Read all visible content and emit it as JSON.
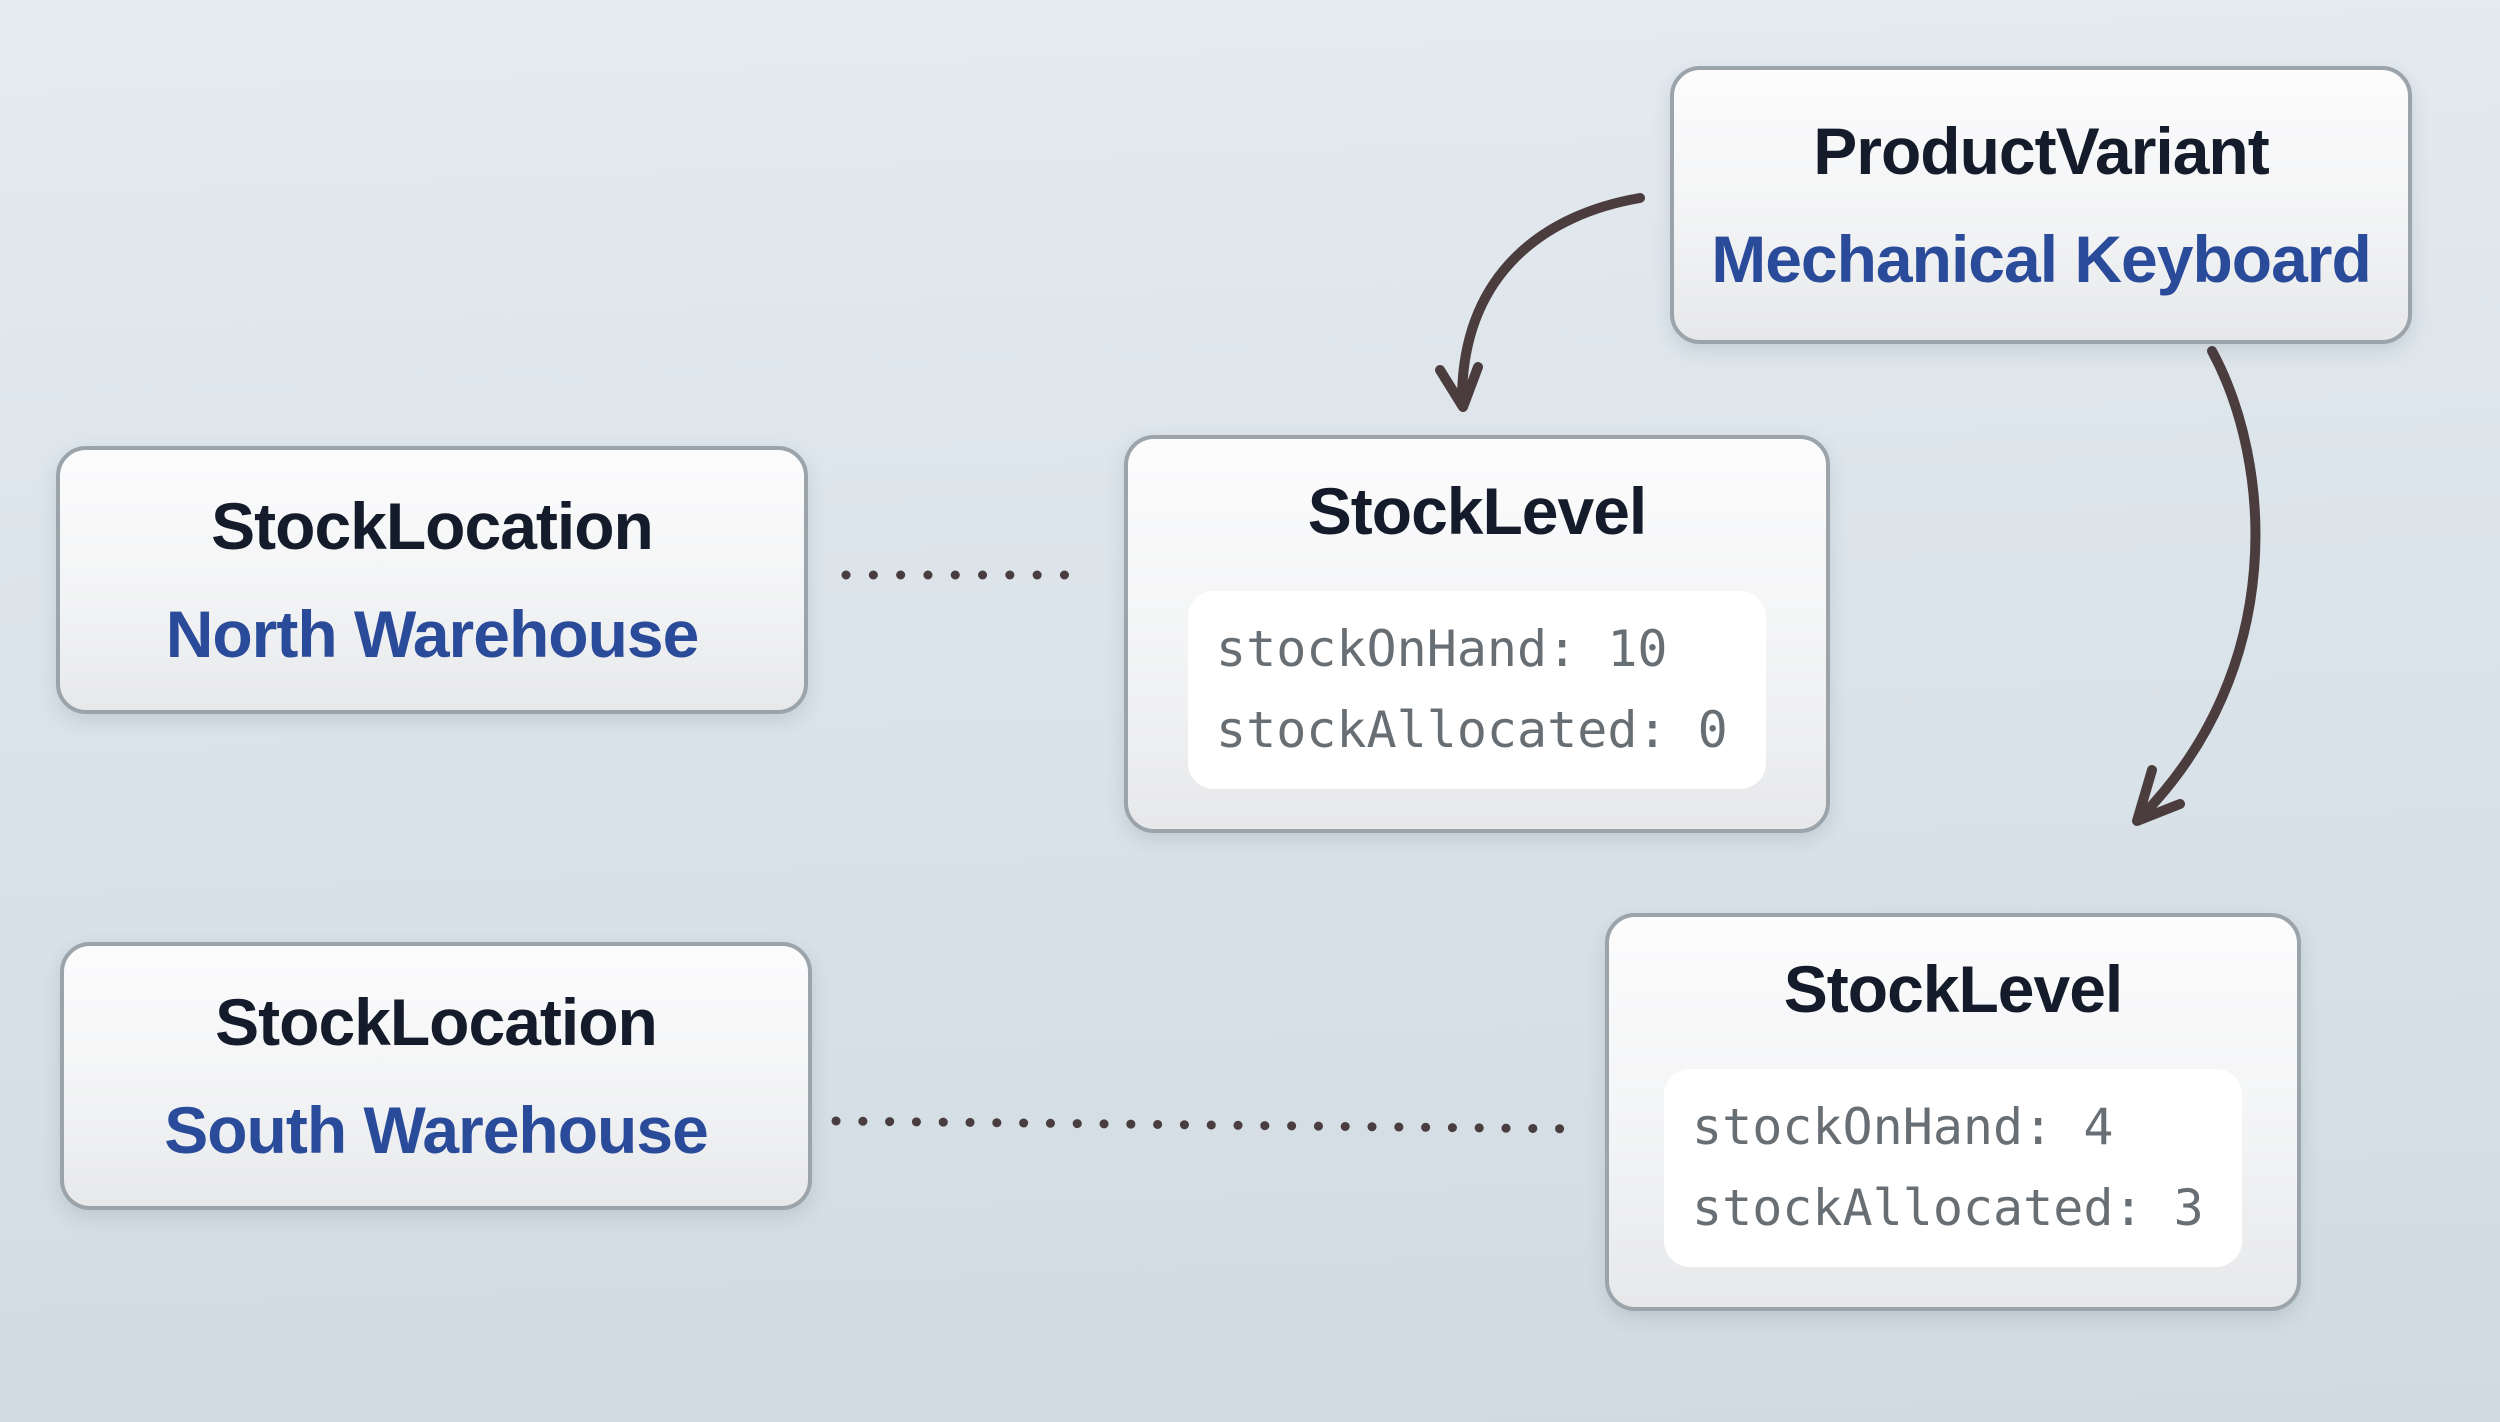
{
  "nodes": {
    "product_variant": {
      "type": "ProductVariant",
      "name": "Mechanical Keyboard"
    },
    "stock_location_north": {
      "type": "StockLocation",
      "name": "North Warehouse"
    },
    "stock_level_north": {
      "type": "StockLevel",
      "lines": [
        "stockOnHand: 10",
        "stockAllocated: 0"
      ]
    },
    "stock_location_south": {
      "type": "StockLocation",
      "name": "South Warehouse"
    },
    "stock_level_south": {
      "type": "StockLevel",
      "lines": [
        "stockOnHand: 4",
        "stockAllocated: 3"
      ]
    }
  },
  "edges": [
    {
      "from": "product_variant",
      "to": "stock_level_north",
      "style": "curved-arrow"
    },
    {
      "from": "product_variant",
      "to": "stock_level_south",
      "style": "curved-arrow"
    },
    {
      "from": "stock_location_north",
      "to": "stock_level_north",
      "style": "dotted-line"
    },
    {
      "from": "stock_location_south",
      "to": "stock_level_south",
      "style": "dotted-line"
    }
  ],
  "colors": {
    "background_top": "#e4ebf1",
    "background_bottom": "#d0dbe1",
    "node_border": "#9aa4aa",
    "node_fill_top": "#fcfcfd",
    "node_fill_bottom": "#e7e8ea",
    "entity_type_text": "#141b2a",
    "entity_name_text": "#2a4a9a",
    "code_text": "#676e74",
    "code_panel_fill": "#ffffff",
    "arrow_stroke": "#4b3c3e",
    "dot_stroke": "#4a3d40"
  }
}
